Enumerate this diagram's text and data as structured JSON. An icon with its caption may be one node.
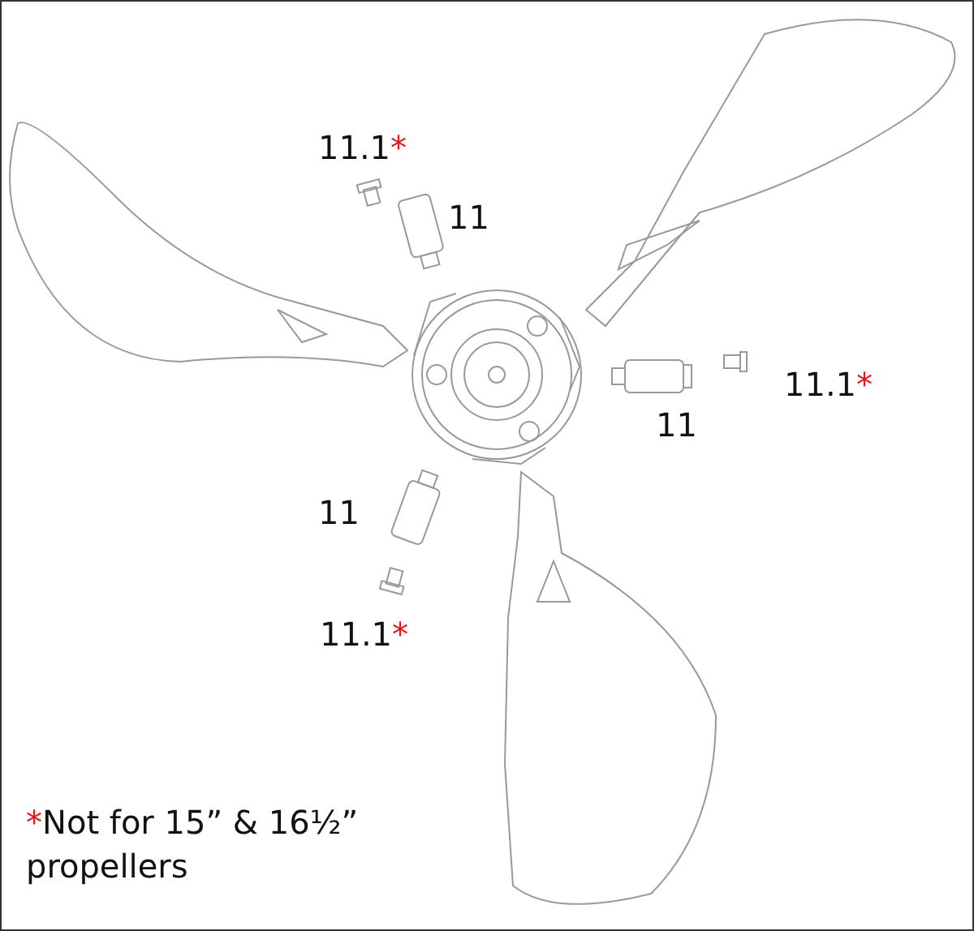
{
  "diagram": {
    "labels": [
      "11.1*",
      "11",
      "11.1*",
      "11",
      "11",
      "11.1*",
      "*Not for 15” & 16½” propellers"
    ]
  }
}
